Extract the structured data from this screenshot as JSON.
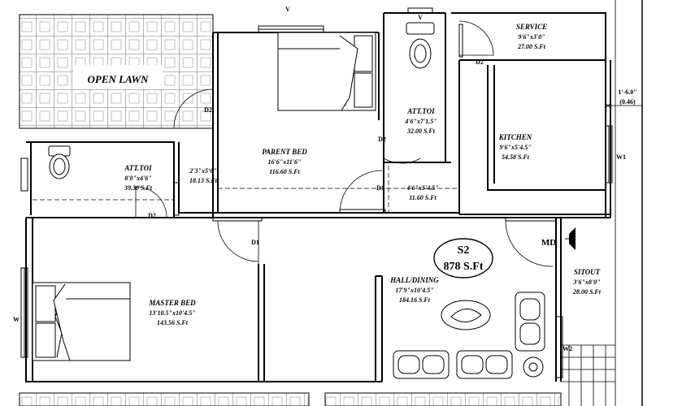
{
  "plan": {
    "open_lawn": "OPEN LAWN",
    "parent_bed": {
      "name": "PARENT BED",
      "dims": "16'6\"x11'6\"",
      "area": "116.60 S.Ft"
    },
    "att_toi_top": {
      "name": "ATT.TOI",
      "dims": "4'6\"x7'1.5\"",
      "area": "32.00 S.Ft"
    },
    "att_toi_left": {
      "name": "ATT.TOI",
      "dims": "8'0\"x4'6\"",
      "area": "39.30 S.Ft"
    },
    "closet": {
      "dims": "2'3\"x5'6\"",
      "area": "18.13 S.Ft"
    },
    "passage": {
      "dims": "4'6\"x5'4.5\"",
      "area": "11.60 S.Ft"
    },
    "service": {
      "name": "SERVICE",
      "dims": "9'6\"x3'0\"",
      "area": "27.00 S.Ft"
    },
    "kitchen": {
      "name": "KITCHEN",
      "dims": "9'6\"x5'4.5\"",
      "area": "54.58 S.Ft"
    },
    "master_bed": {
      "name": "MASTER BED",
      "dims": "13'10.5\"x10'4.5\"",
      "area": "143.56 S.Ft"
    },
    "hall": {
      "name": "HALL/DINING",
      "dims": "17'9\"x10'4.5\"",
      "area": "184.16 S.Ft"
    },
    "sitout": {
      "name": "SITOUT",
      "dims": "3'6\"x8'0\"",
      "area": "28.00 S.Ft"
    },
    "total": {
      "plot": "S2",
      "area": "878 S.Ft"
    },
    "doors": {
      "d1a": "D1",
      "d1b": "D1",
      "d2a": "D2",
      "d2b": "D2",
      "d2c": "D2",
      "d2d": "D2",
      "md": "MD"
    },
    "windows": {
      "w_left": "W",
      "w1": "W1",
      "w2": "W2",
      "v_top": "V",
      "v_lbl": "V"
    },
    "dims": {
      "wall_dim_a": "1'-6.0\"",
      "wall_dim_b": "(0.46)"
    }
  }
}
